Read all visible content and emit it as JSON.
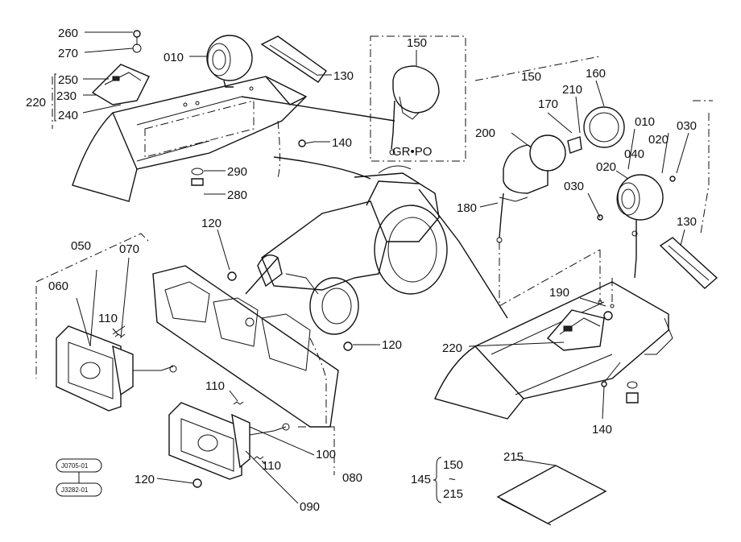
{
  "labels": {
    "p260": "260",
    "p270": "270",
    "p010a": "010",
    "p130a": "130",
    "p150a": "150",
    "p250": "250",
    "p230": "230",
    "p220a": "220",
    "p240": "240",
    "p140a": "140",
    "grpo": "GR•PO",
    "p290": "290",
    "p280": "280",
    "p150b": "150",
    "p160": "160",
    "p170": "170",
    "p210": "210",
    "p010b": "010",
    "p030a": "030",
    "p200": "200",
    "p020a": "020",
    "p040": "040",
    "p020b": "020",
    "p030b": "030",
    "p180": "180",
    "p130b": "130",
    "p120a": "120",
    "p050": "050",
    "p070": "070",
    "p060": "060",
    "p110a": "110",
    "p120b": "120",
    "p190": "190",
    "p220b": "220",
    "p110b": "110",
    "p100": "100",
    "p110c": "110",
    "p080": "080",
    "p090": "090",
    "p120c": "120",
    "p140b": "140",
    "p145": "145",
    "p150c": "150",
    "tilde": "~",
    "p215a": "215",
    "p215b": "215",
    "ref1": "J0705-01",
    "ref2": "J3282-01"
  }
}
